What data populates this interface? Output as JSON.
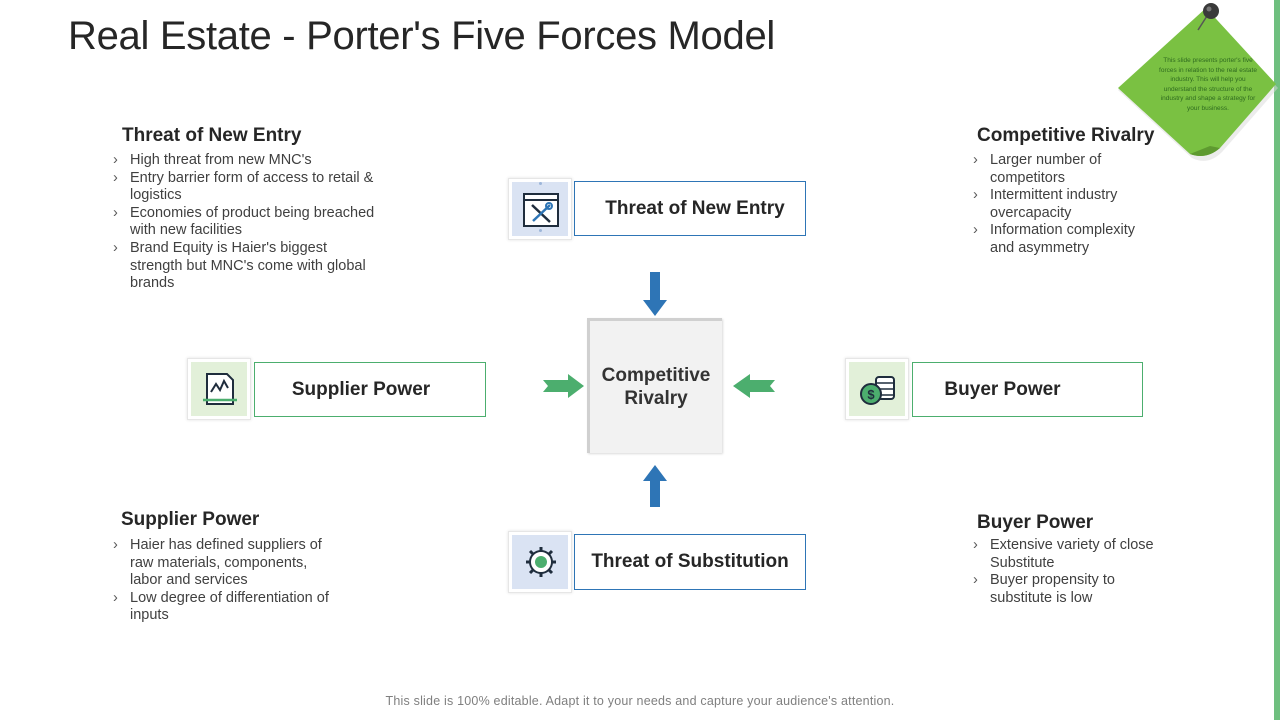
{
  "title": "Real Estate - Porter's Five Forces Model",
  "footer": "This slide is 100% editable. Adapt it to your needs and capture your audience's attention.",
  "sticky_note": {
    "text": "This slide presents porter's five forces in relation to the real estate industry. This will help you understand the structure of the industry and shape a strategy for your business.",
    "color": "#7ac142"
  },
  "sections": {
    "new_entry": {
      "heading": "Threat of New Entry",
      "bullets": [
        "High threat from new MNC's",
        "Entry barrier form of access to retail & logistics",
        "Economies of product being breached with new facilities",
        "Brand Equity is Haier's biggest strength but MNC's come with global brands"
      ]
    },
    "rivalry": {
      "heading": "Competitive Rivalry",
      "bullets": [
        "Larger number of competitors",
        "Intermittent industry overcapacity",
        "Information complexity and asymmetry"
      ]
    },
    "supplier": {
      "heading": "Supplier Power",
      "bullets": [
        "Haier has defined suppliers of raw materials, components, labor and services",
        "Low degree of differentiation of inputs"
      ]
    },
    "buyer": {
      "heading": "Buyer Power",
      "bullets": [
        "Extensive variety of close Substitute",
        "Buyer propensity to substitute is low"
      ]
    }
  },
  "diagram": {
    "center": "Competitive Rivalry",
    "top": {
      "label": "Threat of New Entry",
      "icon": "tools-icon"
    },
    "left": {
      "label": "Supplier Power",
      "icon": "document-chart-icon"
    },
    "right": {
      "label": "Buyer Power",
      "icon": "coins-dollar-icon"
    },
    "bottom": {
      "label": "Threat of Substitution",
      "icon": "gear-icon"
    }
  },
  "colors": {
    "blue": "#2e75b6",
    "green": "#4cae6e",
    "accent_bar": "#6fbf7f"
  }
}
